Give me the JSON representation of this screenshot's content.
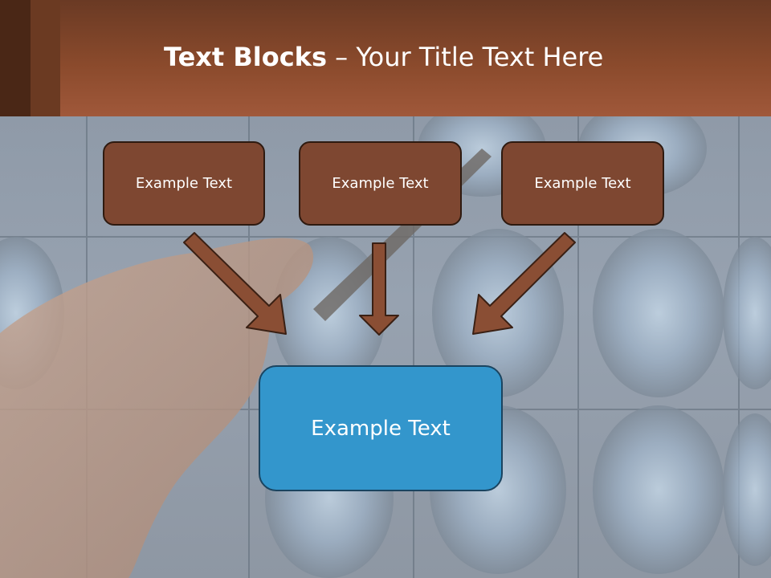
{
  "slide": {
    "title_bold": "Text Blocks",
    "title_dash": " – ",
    "title_rest": "Your Title Text Here"
  },
  "diagram": {
    "top_boxes": [
      "Example Text",
      "Example Text",
      "Example Text"
    ],
    "bottom_box": "Example Text",
    "colors": {
      "header": "#8a4a2c",
      "box_fill": "#7e4731",
      "box_border": "#2e1a10",
      "target_fill": "#3396cc",
      "arrow_fill": "#8a4e34"
    }
  }
}
